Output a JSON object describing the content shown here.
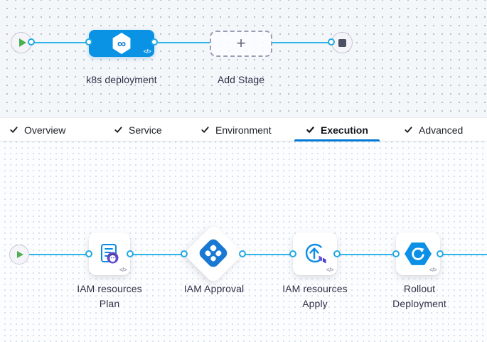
{
  "colors": {
    "accent_blue": "#0278d5",
    "connector_blue": "#2fb5e9",
    "stage_node_blue": "#0a93e4",
    "terraform_purple": "#5c4ee5",
    "play_green": "#4caf50",
    "stop_slate": "#4c5063"
  },
  "stage_canvas": {
    "start_icon": "play-icon",
    "end_icon": "stop-icon",
    "stage": {
      "label": "k8s deployment",
      "icon": "harness-cd-infinity-icon",
      "infinity_glyph": "∞",
      "code_toggle": "</>"
    },
    "add_stage": {
      "label": "Add Stage",
      "plus_glyph": "+"
    }
  },
  "tabs": {
    "active": "Execution",
    "items": [
      {
        "label": "Overview",
        "checked": true
      },
      {
        "label": "Service",
        "checked": true
      },
      {
        "label": "Environment",
        "checked": true
      },
      {
        "label": "Execution",
        "checked": true
      },
      {
        "label": "Advanced",
        "checked": true
      }
    ]
  },
  "execution_canvas": {
    "start_icon": "play-icon",
    "steps": [
      {
        "line1": "IAM resources",
        "line2": "Plan",
        "icon": "terraform-plan-icon",
        "shape": "card",
        "code_toggle": "</>"
      },
      {
        "line1": "IAM Approval",
        "line2": "",
        "icon": "approval-diamond-icon",
        "shape": "diamond",
        "code_toggle": ""
      },
      {
        "line1": "IAM resources",
        "line2": "Apply",
        "icon": "terraform-apply-icon",
        "shape": "card",
        "code_toggle": "</>"
      },
      {
        "line1": "Rollout",
        "line2": "Deployment",
        "icon": "k8s-rollout-icon",
        "shape": "card",
        "code_toggle": "</>"
      }
    ]
  }
}
